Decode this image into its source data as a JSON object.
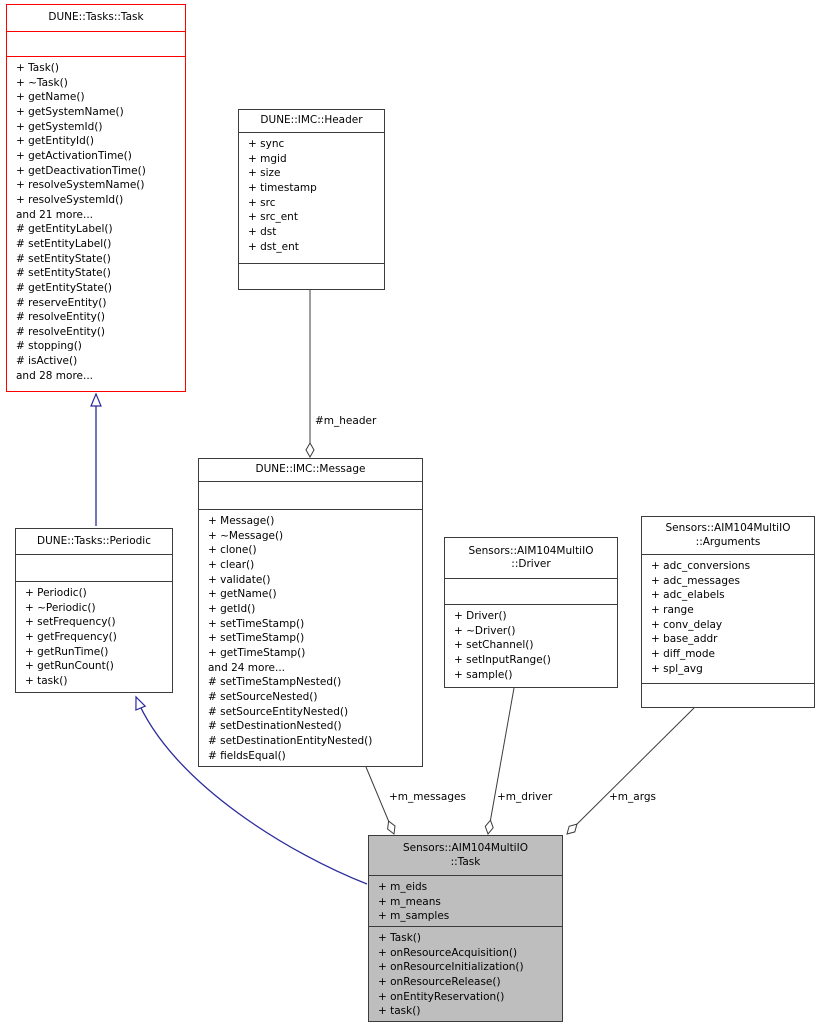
{
  "diagram": {
    "kind": "uml-collaboration-diagram",
    "colors": {
      "inheritance_edge": "#2b2b9b",
      "aggregation_edge": "#3c3c3c",
      "node_border": "#3c3c3c",
      "truncated_node_border": "#ff0000",
      "focus_node_fill": "#bebebe",
      "background": "#ffffff"
    },
    "classes": [
      {
        "id": "dune-tasks-task",
        "title": "DUNE::Tasks::Task",
        "attributes": [],
        "methods": [
          "+ Task()",
          "+ ~Task()",
          "+ getName()",
          "+ getSystemName()",
          "+ getSystemId()",
          "+ getEntityId()",
          "+ getActivationTime()",
          "+ getDeactivationTime()",
          "+ resolveSystemName()",
          "+ resolveSystemId()",
          "and 21 more...",
          "# getEntityLabel()",
          "# setEntityLabel()",
          "# setEntityState()",
          "# setEntityState()",
          "# getEntityState()",
          "# reserveEntity()",
          "# resolveEntity()",
          "# resolveEntity()",
          "# stopping()",
          "# isActive()",
          "and 28 more..."
        ]
      },
      {
        "id": "dune-imc-header",
        "title": "DUNE::IMC::Header",
        "attributes": [
          "+ sync",
          "+ mgid",
          "+ size",
          "+ timestamp",
          "+ src",
          "+ src_ent",
          "+ dst",
          "+ dst_ent"
        ],
        "methods": []
      },
      {
        "id": "dune-imc-message",
        "title": "DUNE::IMC::Message",
        "attributes": [],
        "methods": [
          "+ Message()",
          "+ ~Message()",
          "+ clone()",
          "+ clear()",
          "+ validate()",
          "+ getName()",
          "+ getId()",
          "+ setTimeStamp()",
          "+ setTimeStamp()",
          "+ getTimeStamp()",
          "and 24 more...",
          "# setTimeStampNested()",
          "# setSourceNested()",
          "# setSourceEntityNested()",
          "# setDestinationNested()",
          "# setDestinationEntityNested()",
          "# fieldsEqual()"
        ]
      },
      {
        "id": "dune-tasks-periodic",
        "title": "DUNE::Tasks::Periodic",
        "attributes": [],
        "methods": [
          "+ Periodic()",
          "+ ~Periodic()",
          "+ setFrequency()",
          "+ getFrequency()",
          "+ getRunTime()",
          "+ getRunCount()",
          "+ task()"
        ]
      },
      {
        "id": "sensors-aim104multiio-driver",
        "title": "Sensors::AIM104MultiIO\n::Driver",
        "attributes": [],
        "methods": [
          "+ Driver()",
          "+ ~Driver()",
          "+ setChannel()",
          "+ setInputRange()",
          "+ sample()"
        ]
      },
      {
        "id": "sensors-aim104multiio-arguments",
        "title": "Sensors::AIM104MultiIO\n::Arguments",
        "attributes": [
          "+ adc_conversions",
          "+ adc_messages",
          "+ adc_elabels",
          "+ range",
          "+ conv_delay",
          "+ base_addr",
          "+ diff_mode",
          "+ spl_avg"
        ],
        "methods": []
      },
      {
        "id": "sensors-aim104multiio-task",
        "title": "Sensors::AIM104MultiIO\n::Task",
        "attributes": [
          "+ m_eids",
          "+ m_means",
          "+ m_samples"
        ],
        "methods": [
          "+ Task()",
          "+ onResourceAcquisition()",
          "+ onResourceInitialization()",
          "+ onResourceRelease()",
          "+ onEntityReservation()",
          "+ task()"
        ]
      }
    ],
    "edges": [
      {
        "type": "inheritance",
        "from": "DUNE::Tasks::Periodic",
        "to": "DUNE::Tasks::Task",
        "label": ""
      },
      {
        "type": "inheritance",
        "from": "Sensors::AIM104MultiIO::Task",
        "to": "DUNE::Tasks::Periodic",
        "label": ""
      },
      {
        "type": "aggregation",
        "from": "DUNE::IMC::Message",
        "to": "DUNE::IMC::Header",
        "label": "#m_header"
      },
      {
        "type": "aggregation",
        "from": "Sensors::AIM104MultiIO::Task",
        "to": "DUNE::IMC::Message",
        "label": "+m_messages"
      },
      {
        "type": "aggregation",
        "from": "Sensors::AIM104MultiIO::Task",
        "to": "Sensors::AIM104MultiIO::Driver",
        "label": "+m_driver"
      },
      {
        "type": "aggregation",
        "from": "Sensors::AIM104MultiIO::Task",
        "to": "Sensors::AIM104MultiIO::Arguments",
        "label": "+m_args"
      }
    ]
  }
}
